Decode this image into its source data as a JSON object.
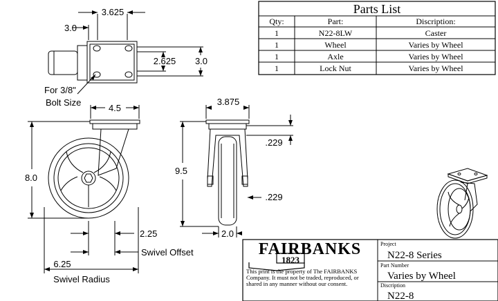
{
  "parts_list": {
    "title": "Parts List",
    "headers": [
      "Qty:",
      "Part:",
      "Discription:"
    ],
    "rows": [
      [
        "1",
        "N22-8LW",
        "Caster"
      ],
      [
        "1",
        "Wheel",
        "Varies by Wheel"
      ],
      [
        "1",
        "Axle",
        "Varies by Wheel"
      ],
      [
        "1",
        "Lock Nut",
        "Varies by Wheel"
      ]
    ]
  },
  "dimensions": {
    "top_width": "3.625",
    "top_left": "3.0",
    "plate_inner": "2.625",
    "plate_outer": "3.0",
    "bolt_note_1": "For 3/8\"",
    "bolt_note_2": "Bolt Size",
    "side_plate": "4.5",
    "height_side": "8.0",
    "swivel_offset_val": "2.25",
    "swivel_offset_label": "Swivel Offset",
    "swivel_radius_val": "6.25",
    "swivel_radius_label": "Swivel Radius",
    "front_plate": "3.875",
    "height_front": "9.5",
    "gap_top": ".229",
    "gap_side": ".229",
    "wheel_width": "2.0"
  },
  "title_block": {
    "company": "FAIRBANKS",
    "year": "1823",
    "notice_1": "This print is the property of The FAIRBANKS",
    "notice_2": "Company. It must not be traded, reproduced, or",
    "notice_3": "shared in any manner without our consent.",
    "project_label": "Project",
    "project": "N22-8 Series",
    "part_number_label": "Part Number",
    "part_number": "Varies by Wheel",
    "description_label": "Discription",
    "description": "N22-8"
  },
  "colors": {
    "line": "#000000",
    "background": "#ffffff"
  }
}
